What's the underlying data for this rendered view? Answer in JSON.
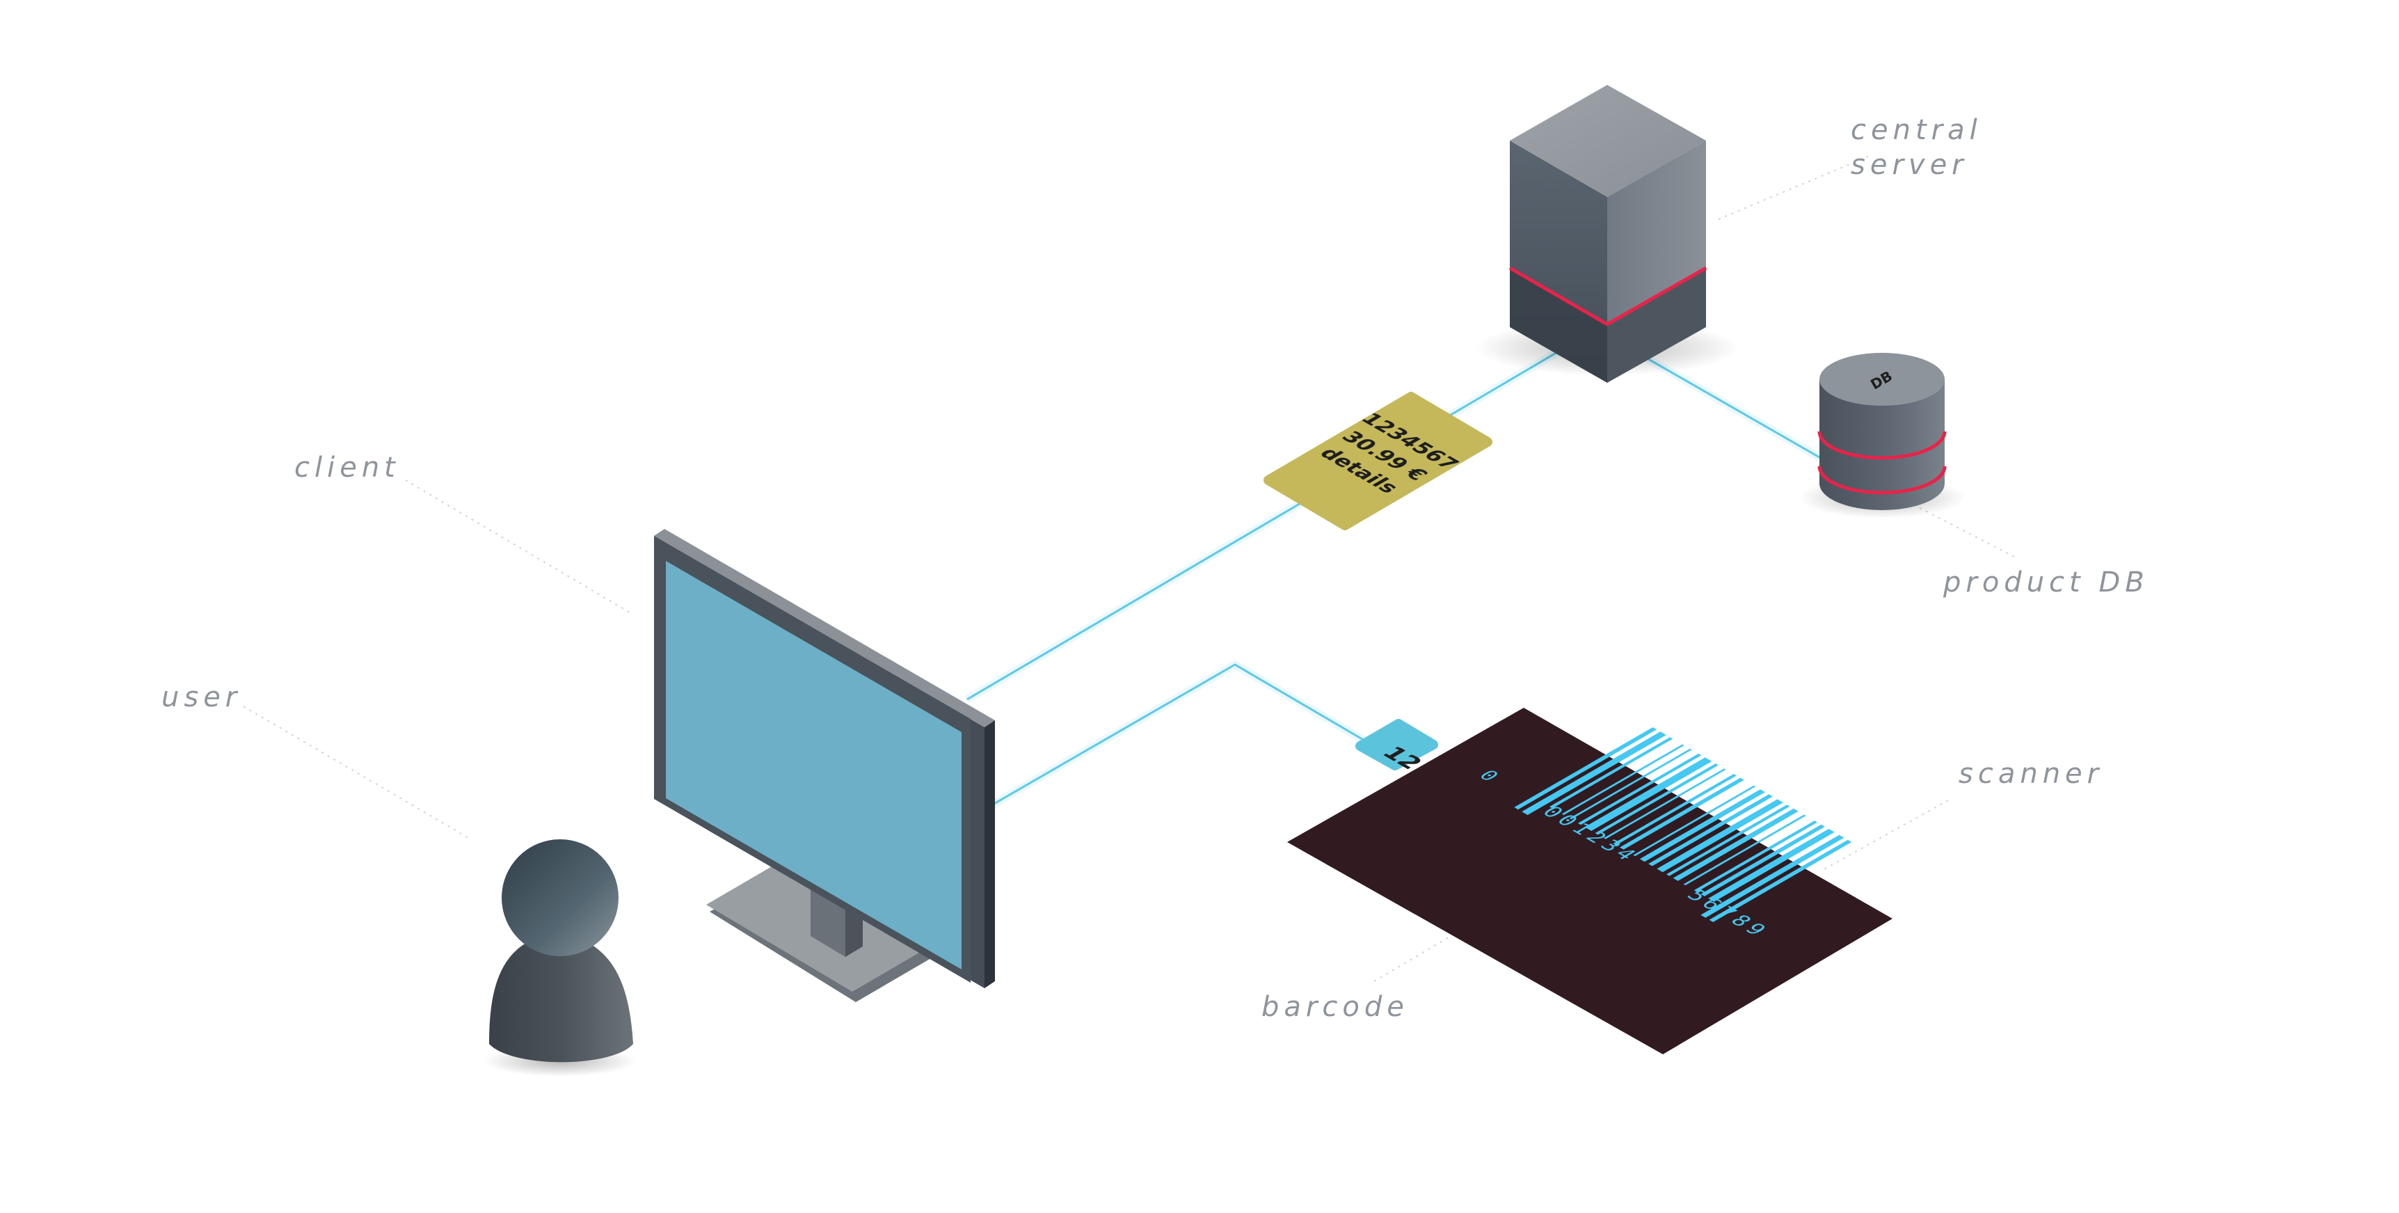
{
  "labels": {
    "central_server": [
      "central",
      "server"
    ],
    "product_db": "product DB",
    "client": "client",
    "user": "user",
    "scanner": "scanner",
    "barcode": "barcode"
  },
  "server": {
    "marker": ""
  },
  "database": {
    "marker": "DB"
  },
  "message_card": {
    "lines": [
      "1234567",
      "30.99 €",
      "details"
    ]
  },
  "scanner_tag": "12",
  "barcode_digits": {
    "left": "0",
    "middle": "001234",
    "right": "56789"
  },
  "colors": {
    "accent": "#e8234a",
    "wire": "#5cc9ea",
    "screen": "#6cafc7",
    "card": "#c4b85b",
    "scanner": "#311b21",
    "barcode": "#45c8f2",
    "label": "#8e949b"
  },
  "icons": [
    "server-icon",
    "database-icon",
    "monitor-icon",
    "user-icon",
    "scanner-icon"
  ]
}
